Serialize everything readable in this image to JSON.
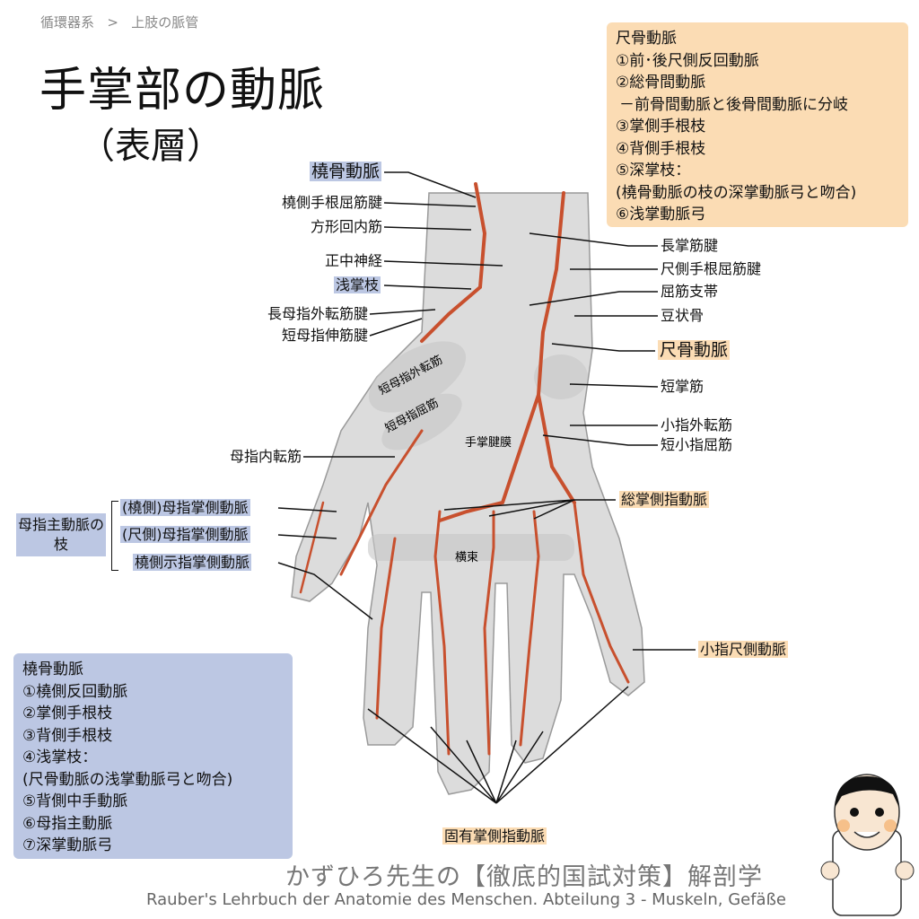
{
  "breadcrumb": {
    "section": "循環器系",
    "separator": ">",
    "page": "上肢の脈管"
  },
  "title": "手掌部の動脈",
  "subtitle": "（表層）",
  "left_labels": [
    "橈骨動脈",
    "橈側手根屈筋腱",
    "方形回内筋",
    "正中神経",
    "浅掌枝",
    "長母指外転筋腱",
    "短母指伸筋腱",
    "母指内転筋"
  ],
  "thumb_group": {
    "title": "母指主動脈の枝",
    "items": [
      "(橈側)母指掌側動脈",
      "(尺側)母指掌側動脈",
      "橈側示指掌側動脈"
    ]
  },
  "right_labels": [
    "長掌筋腱",
    "尺側手根屈筋腱",
    "屈筋支帯",
    "豆状骨",
    "尺骨動脈",
    "短掌筋",
    "小指外転筋",
    "短小指屈筋",
    "総掌側指動脈",
    "小指尺側動脈"
  ],
  "bottom_label": "固有掌側指動脈",
  "inner_labels": [
    "短母指外転筋",
    "短母指屈筋",
    "手掌腱膜",
    "横束"
  ],
  "ulnar_box": [
    "尺骨動脈",
    "①前･後尺側反回動脈",
    "②総骨間動脈",
    "－前骨間動脈と後骨間動脈に分岐",
    "③掌側手根枝",
    "④背側手根枝",
    "⑤深掌枝：",
    "(橈骨動脈の枝の深掌動脈弓と吻合)",
    "⑥浅掌動脈弓"
  ],
  "radial_box": [
    "橈骨動脈",
    "①橈側反回動脈",
    "②掌側手根枝",
    "③背側手根枝",
    "④浅掌枝：",
    "(尺骨動脈の浅掌動脈弓と吻合)",
    "⑤背側中手動脈",
    "⑥母指主動脈",
    "⑦深掌動脈弓"
  ],
  "footer": {
    "brand": "かずひろ先生の【徹底的国試対策】解剖学",
    "citation": "Rauber's Lehrbuch der Anatomie des Menschen. Abteilung 3 - Muskeln, Gefäße"
  },
  "colors": {
    "blue": "#bcc7e3",
    "orange": "#fbdcb4",
    "artery": "#c8502e"
  }
}
